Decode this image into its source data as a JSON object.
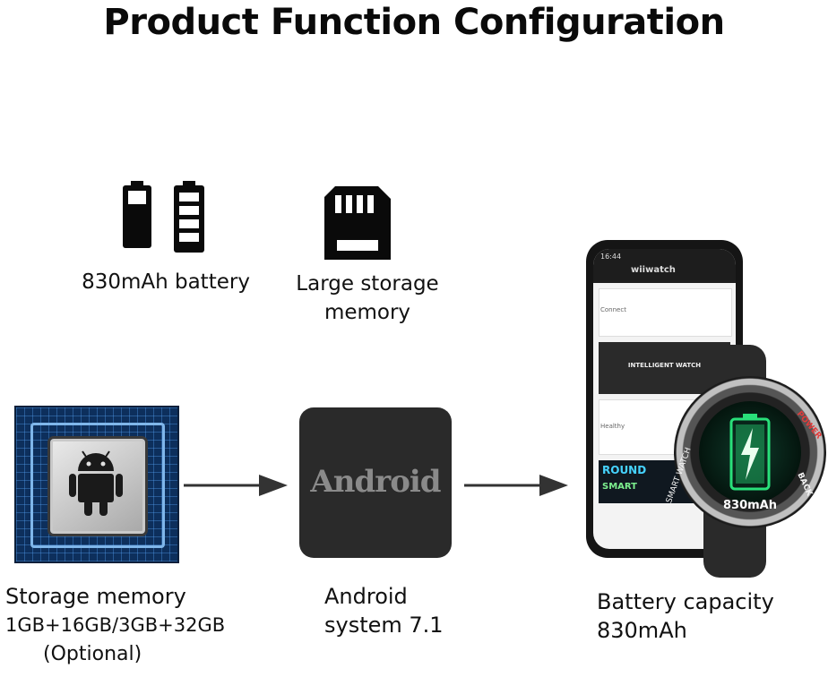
{
  "title": "Product Function Configuration",
  "features": {
    "battery_label": "830mAh battery",
    "storage_label_line1": "Large storage",
    "storage_label_line2": "memory"
  },
  "chip": {
    "label_line1": "Storage memory",
    "label_line2": "1GB+16GB/3GB+32GB",
    "label_line3": "(Optional)"
  },
  "android_tile": {
    "text": "Android",
    "label_line1": "Android",
    "label_line2": "system 7.1"
  },
  "device": {
    "label_line1": "Battery capacity",
    "label_line2": "830mAh",
    "watch_battery": "830mAh",
    "phone_app_name": "wiiwatch",
    "phone_connect": "Connect",
    "phone_banner": "INTELLIGENT WATCH",
    "phone_healthy": "Healthy",
    "phone_round": "ROUND",
    "phone_smart": "SMART",
    "phone_time": "16:44",
    "bezel_smart_watch": "SMART WATCH",
    "bezel_power": "POWER",
    "bezel_back": "BACK"
  },
  "colors": {
    "accent_green": "#29e07a",
    "chip_blue": "#0d2f5c",
    "arrow": "#333333"
  }
}
